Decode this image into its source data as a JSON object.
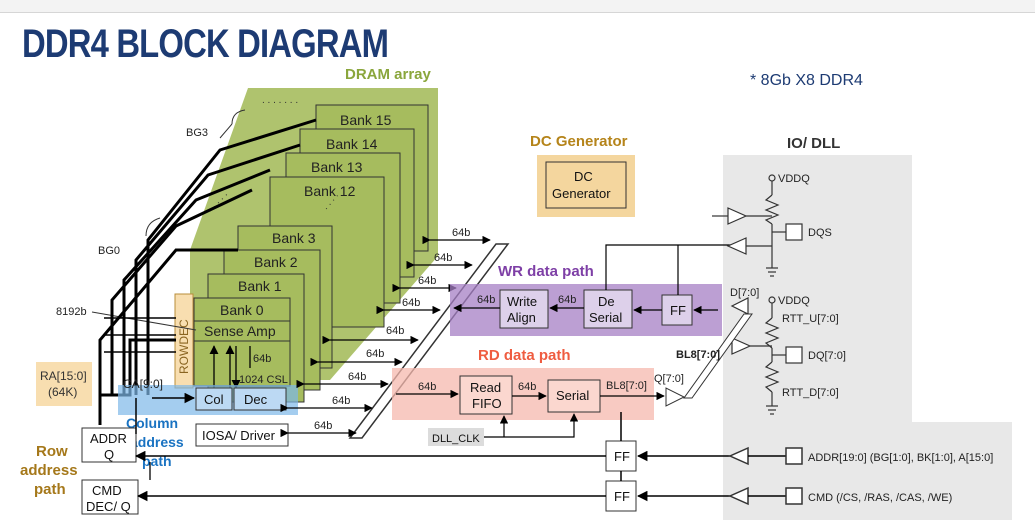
{
  "title": "DDR4 BLOCK DIAGRAM",
  "note": "* 8Gb X8 DDR4",
  "dram_array": {
    "label": "DRAM array",
    "bg3_banks": [
      "Bank 15",
      "Bank 14",
      "Bank 13",
      "Bank 12"
    ],
    "bg0_banks": [
      "Bank 3",
      "Bank 2",
      "Bank 1",
      "Bank 0"
    ],
    "bg3": "BG3",
    "bg0": "BG0",
    "bits": "8192b",
    "sense_amp": "Sense Amp",
    "rowdec": "ROWDEC",
    "w64": "64b",
    "csl": "1024 CSL"
  },
  "dc_generator": {
    "title": "DC Generator",
    "box": "DC Generator"
  },
  "io_dll": {
    "title": "IO/ DLL",
    "vddq": "VDDQ",
    "dqs": "DQS",
    "d": "D[7:0]",
    "rtt_u": "RTT_U[7:0]",
    "dq": "DQ[7:0]",
    "rtt_d": "RTT_D[7:0]",
    "bl8": "BL8[7:0]"
  },
  "wr_path": {
    "title": "WR data path",
    "write_align": "Write Align",
    "de_serial": "De Serial",
    "ff": "FF"
  },
  "rd_path": {
    "title": "RD data path",
    "read_fifo": "Read FIFO",
    "serial": "Serial",
    "bl8": "BL8[7:0]",
    "q": "Q[7:0]"
  },
  "bus_64b": "64b",
  "ra": {
    "label": "RA[15:0]",
    "size": "(64K)"
  },
  "ca": "CA[9:0]",
  "col": "Col",
  "dec": "Dec",
  "column_path": "Column address path",
  "row_path": "Row address path",
  "addr_q": "ADDR Q",
  "cmd_dec": "CMD DEC/ Q",
  "iosa": "IOSA/ Driver",
  "dll_clk": "DLL_CLK",
  "ff": "FF",
  "addr_pin": "ADDR[19:0] (BG[1:0], BK[1:0], A[15:0]",
  "cmd_pin": "CMD (/CS, /RAS, /CAS, /WE)",
  "colors": {
    "title": "#1d3b73",
    "dram": "#a6bc5e",
    "wr": "#7e3fa6",
    "rd": "#ef5c40",
    "col": "#1a73c2",
    "dc": "#b5841a",
    "row": "#a5781a"
  }
}
